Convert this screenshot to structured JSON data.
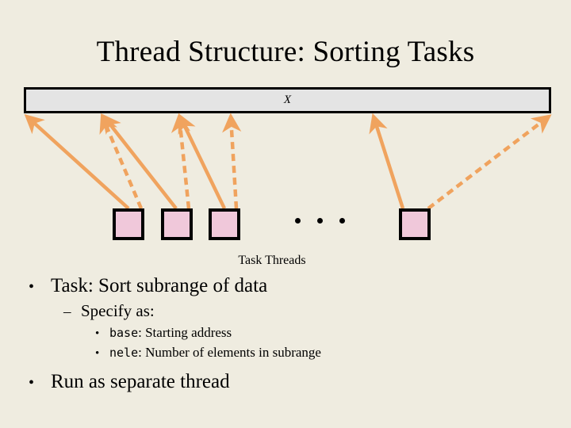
{
  "slide": {
    "title": "Thread Structure: Sorting Tasks",
    "background_color": "#efece0",
    "text_color": "#000000"
  },
  "array": {
    "label": "X",
    "fill_color": "#e4e4e4",
    "border_color": "#000000"
  },
  "threads": {
    "caption": "Task Threads",
    "box_fill_color": "#f0c8da",
    "box_border_color": "#000000",
    "ellipsis": "...",
    "boxes": [
      {
        "id": "task-thread-0"
      },
      {
        "id": "task-thread-1"
      },
      {
        "id": "task-thread-2"
      },
      {
        "id": "task-thread-3"
      }
    ]
  },
  "arrows": {
    "color": "#f0a35e",
    "solid_count": 4,
    "dashed_count": 4
  },
  "bullets": {
    "level1_mark": "•",
    "level2_mark": "–",
    "level3_mark": "•",
    "items": [
      {
        "level": 1,
        "text": "Task: Sort subrange of data"
      },
      {
        "level": 2,
        "text": "Specify as:"
      },
      {
        "level": 3,
        "code": "base",
        "text": ": Starting address"
      },
      {
        "level": 3,
        "code": "nele",
        "text": ": Number of elements in subrange"
      },
      {
        "level": 1,
        "text": "Run as separate thread"
      }
    ]
  }
}
